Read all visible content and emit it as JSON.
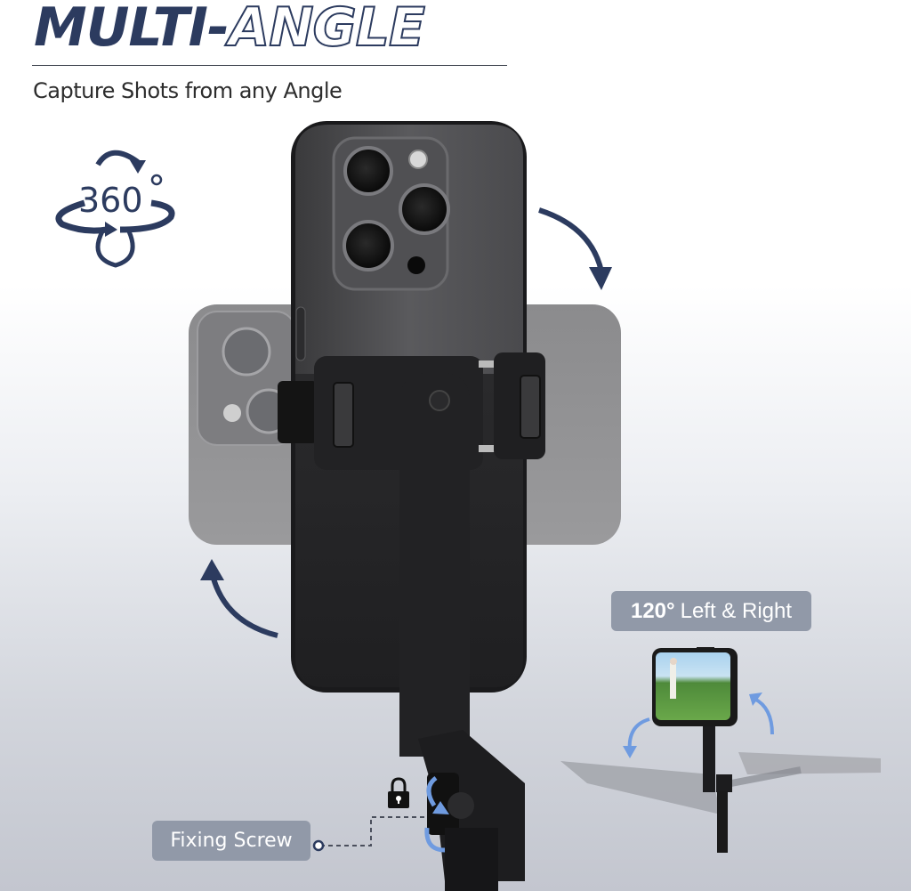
{
  "header": {
    "title_solid": "MULTI-",
    "title_outline": "ANGLE",
    "subtitle": "Capture Shots from any Angle"
  },
  "icons": {
    "rotation": {
      "name": "rotate-360-icon",
      "label": "360°"
    },
    "lock": {
      "name": "lock-icon"
    }
  },
  "callouts": {
    "tilt": {
      "value": "120°",
      "text": "Left & Right"
    },
    "fixing_screw": "Fixing Screw"
  },
  "colors": {
    "brand_navy": "#2c3b5f",
    "badge_gray": "#9199a8",
    "accent_blue": "#6f9be0",
    "device_black": "#1c1c1e",
    "phone_titanium": "#4d4d50"
  }
}
